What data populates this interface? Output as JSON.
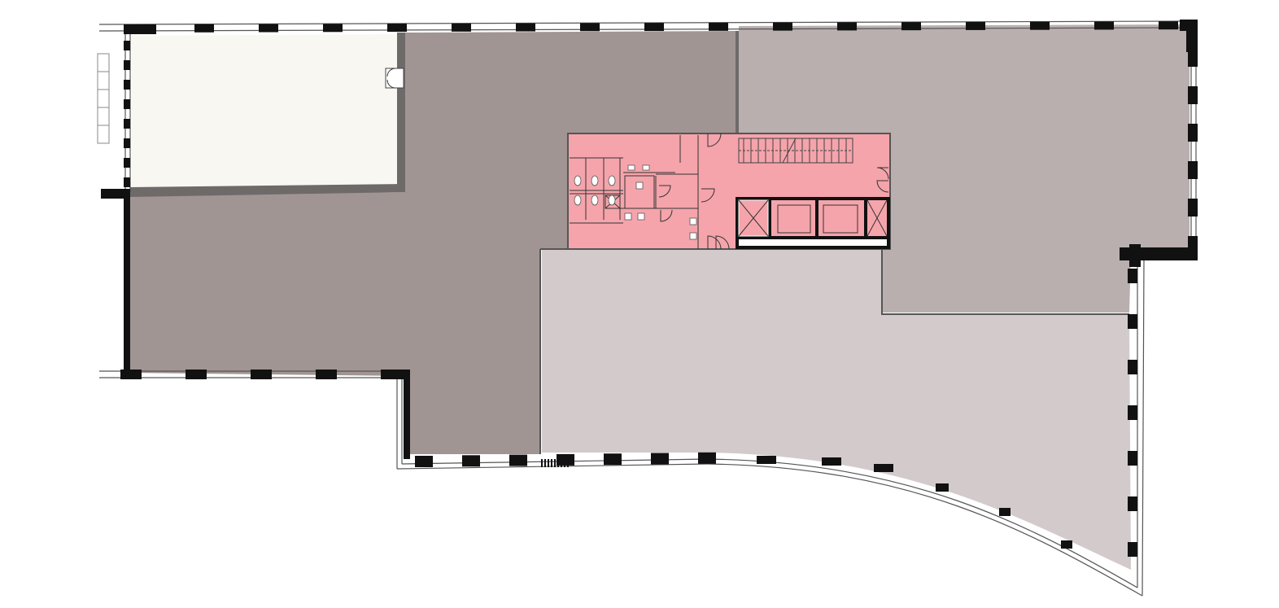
{
  "plan": {
    "colors": {
      "background": "#ffffff",
      "zone_cream": "#f8f7f1",
      "zone_dark": "#a19594",
      "zone_mid": "#b9afaf",
      "zone_light": "#d3cacb",
      "core_pink": "#f5a4ab",
      "wall": "#111111",
      "inner_wall": "#6e6a6a"
    },
    "zones": [
      {
        "name": "zone-cream"
      },
      {
        "name": "zone-dark"
      },
      {
        "name": "zone-mid"
      },
      {
        "name": "zone-light"
      },
      {
        "name": "core"
      }
    ],
    "core_elements": [
      "stair-icon",
      "elevator-icon",
      "elevator-icon",
      "shaft-icon",
      "shaft-icon",
      "toilet-icon",
      "sink-icon",
      "door-icon"
    ]
  }
}
